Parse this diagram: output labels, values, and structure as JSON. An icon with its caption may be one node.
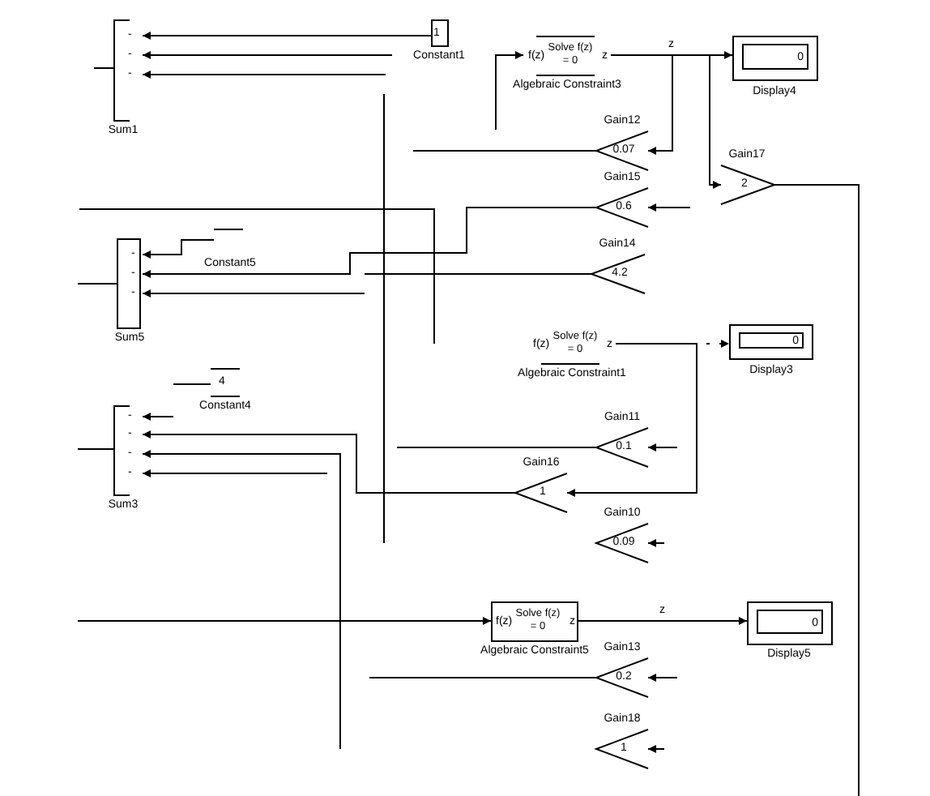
{
  "diagram": {
    "nodes": [
      {
        "text": [
          "-",
          "-",
          "-"
        ],
        "beside": [
          "Sum1"
        ]
      },
      {
        "text": [
          "1"
        ],
        "beside": [
          "Constant1"
        ]
      },
      {
        "text": [
          "f(z)",
          "Solve f(z) = 0",
          "z"
        ],
        "beside": [
          "Algebraic Constraint3"
        ]
      },
      {
        "text": [
          "0"
        ],
        "beside": [
          "Display4"
        ]
      },
      {
        "text": [
          "0.07"
        ],
        "beside": [
          "Gain12"
        ]
      },
      {
        "text": [
          "0.6"
        ],
        "beside": [
          "Gain15"
        ]
      },
      {
        "text": [
          "2"
        ],
        "beside": [
          "Gain17"
        ]
      },
      {
        "text": [
          "4.2"
        ],
        "beside": [
          "Gain14"
        ]
      },
      {
        "text": [
          "-",
          "-",
          "-"
        ],
        "beside": [
          "Sum5"
        ]
      },
      {
        "text": [],
        "shape": "bar",
        "beside": [
          "Constant5"
        ]
      },
      {
        "text": [
          "f(z)",
          "Solve f(z) = 0",
          "z"
        ],
        "beside": [
          "Algebraic Constraint1"
        ]
      },
      {
        "text": [
          "0"
        ],
        "beside": [
          "Display3"
        ]
      },
      {
        "text": [
          "4"
        ],
        "beside": [
          "Constant4"
        ]
      },
      {
        "text": [
          "-",
          "-",
          "-",
          "-"
        ],
        "beside": [
          "Sum3"
        ]
      },
      {
        "text": [
          "0.1"
        ],
        "beside": [
          "Gain11"
        ]
      },
      {
        "text": [
          "1"
        ],
        "beside": [
          "Gain16"
        ]
      },
      {
        "text": [
          "0.09"
        ],
        "beside": [
          "Gain10"
        ]
      },
      {
        "text": [
          "f(z)",
          "Solve f(z) = 0",
          "z"
        ],
        "beside": [
          "Algebraic Constraint5"
        ]
      },
      {
        "text": [
          "0"
        ],
        "beside": [
          "Display5"
        ]
      },
      {
        "text": [
          "0.2"
        ],
        "beside": [
          "Gain13"
        ]
      },
      {
        "text": [
          "1"
        ],
        "beside": [
          "Gain18"
        ]
      }
    ],
    "edges": [
      {
        "from": 1,
        "to": 0,
        "arrow": "to"
      },
      {
        "from": null,
        "to": 0,
        "arrow": "to"
      },
      {
        "from": null,
        "to": 0,
        "arrow": "to"
      },
      {
        "from": 0,
        "to": null,
        "arrow": "none"
      },
      {
        "from": null,
        "to": 2,
        "arrow": "to"
      },
      {
        "from": 2,
        "to": 3,
        "arrow": "to",
        "label": "z"
      },
      {
        "from": 2,
        "to": 4,
        "arrow": "to"
      },
      {
        "from": 2,
        "to": 6,
        "arrow": "to"
      },
      {
        "from": 4,
        "to": null,
        "arrow": "none"
      },
      {
        "from": null,
        "to": 5,
        "arrow": "to"
      },
      {
        "from": 5,
        "to": 8,
        "arrow": "to"
      },
      {
        "from": 7,
        "to": null,
        "arrow": "none"
      },
      {
        "from": null,
        "to": 8,
        "arrow": "to"
      },
      {
        "from": 8,
        "to": null,
        "arrow": "none"
      },
      {
        "from": 9,
        "to": 8,
        "arrow": "to"
      },
      {
        "from": 10,
        "to": 11,
        "arrow": "to",
        "style": "dashed"
      },
      {
        "from": 10,
        "to": 15,
        "arrow": "to"
      },
      {
        "from": null,
        "to": 14,
        "arrow": "to"
      },
      {
        "from": 14,
        "to": null,
        "arrow": "none"
      },
      {
        "from": 12,
        "to": null,
        "arrow": "none"
      },
      {
        "from": null,
        "to": 13,
        "arrow": "to"
      },
      {
        "from": 15,
        "to": 13,
        "arrow": "to"
      },
      {
        "from": null,
        "to": 13,
        "arrow": "to"
      },
      {
        "from": null,
        "to": 13,
        "arrow": "to"
      },
      {
        "from": 13,
        "to": null,
        "arrow": "none"
      },
      {
        "from": null,
        "to": 16,
        "arrow": "to"
      },
      {
        "from": null,
        "to": 17,
        "arrow": "to"
      },
      {
        "from": 17,
        "to": 18,
        "arrow": "to",
        "label": "z"
      },
      {
        "from": null,
        "to": 19,
        "arrow": "to"
      },
      {
        "from": 19,
        "to": null,
        "arrow": "none"
      },
      {
        "from": null,
        "to": 20,
        "arrow": "to"
      },
      {
        "from": 6,
        "to": null,
        "arrow": "none"
      }
    ]
  }
}
